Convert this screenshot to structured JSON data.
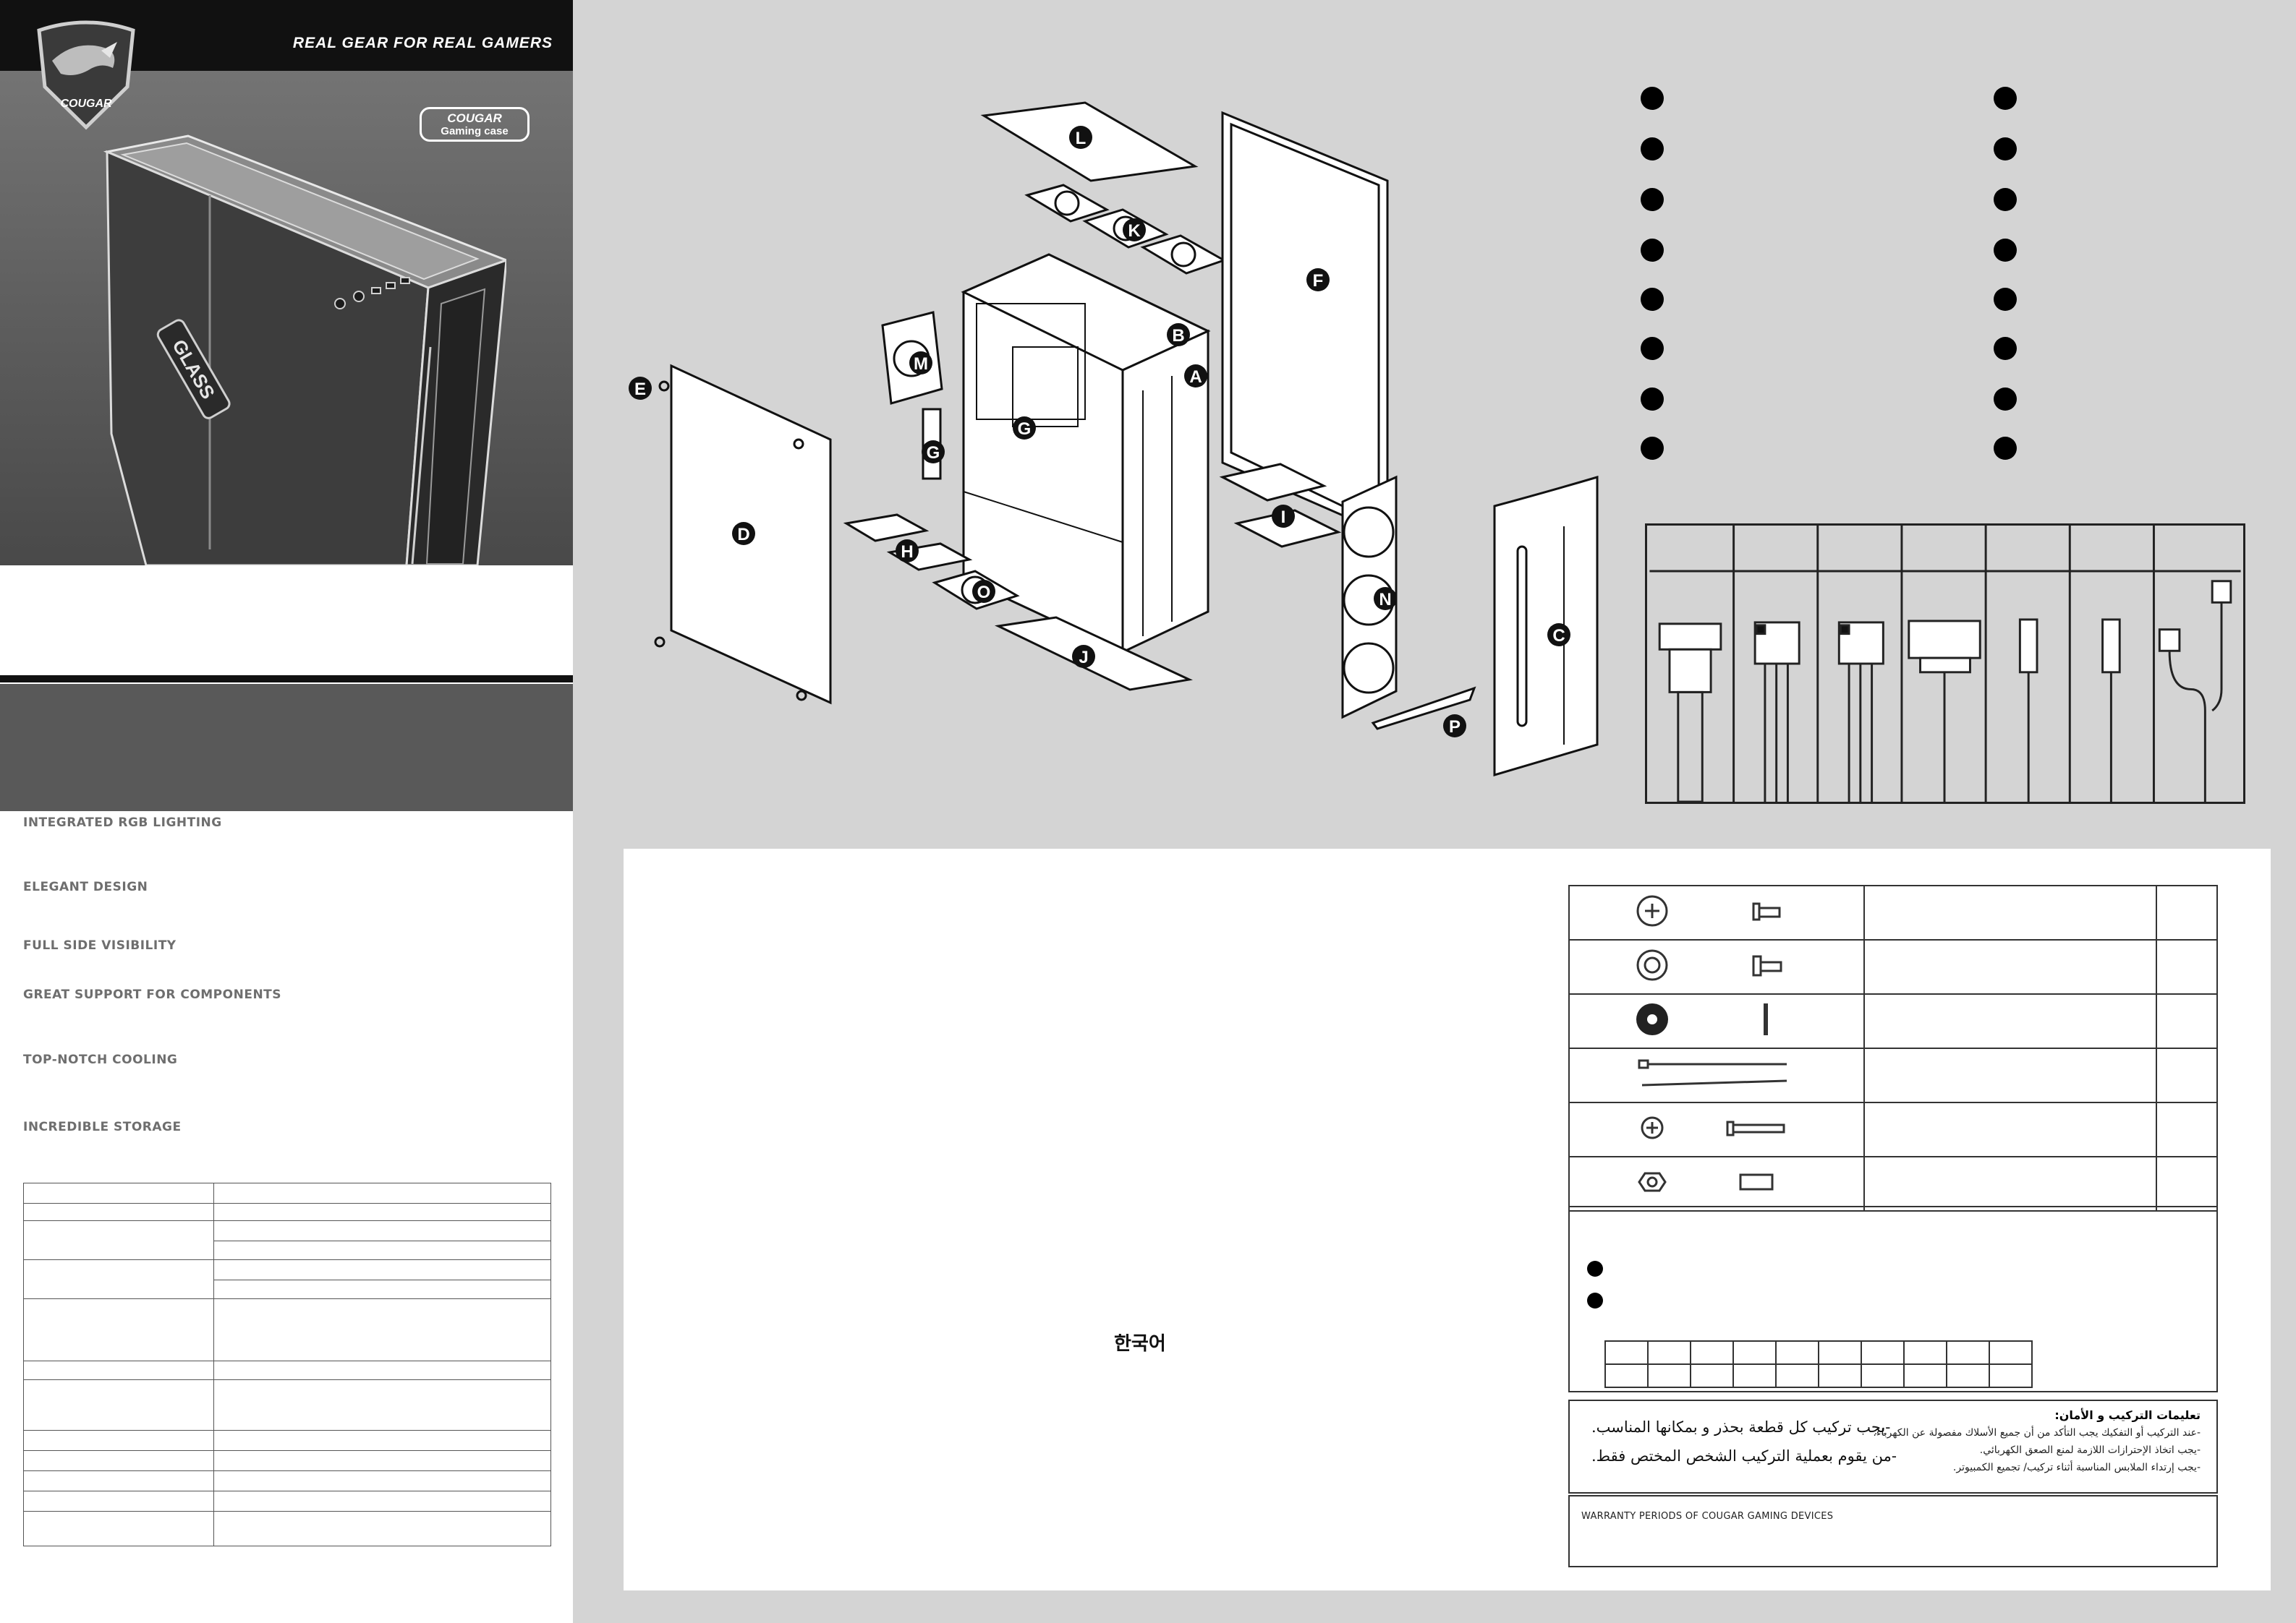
{
  "brand": {
    "logo_text": "COUGAR",
    "tagline": "REAL GEAR FOR REAL GAMERS",
    "badge_line1": "COUGAR",
    "badge_line2": "Gaming case",
    "case_panel_text": "GLASS"
  },
  "features": [
    "INTEGRATED RGB LIGHTING",
    "ELEGANT DESIGN",
    "FULL SIDE VISIBILITY",
    "GREAT SUPPORT FOR COMPONENTS",
    "TOP-NOTCH COOLING",
    "INCREDIBLE STORAGE"
  ],
  "exploded_labels": [
    "A",
    "B",
    "C",
    "D",
    "E",
    "F",
    "G",
    "G",
    "H",
    "I",
    "J",
    "K",
    "L",
    "M",
    "N",
    "O",
    "P"
  ],
  "korean_heading": "한국어",
  "arabic": {
    "title": "تعليمات التركيب و الأمان:",
    "notes": [
      "-عند التركيب أو التفكيك يجب التأكد من أن جميع الأسلاك مفصولة عن الكهرباء.",
      "-يجب اتخاذ الإحترازات اللازمة لمنع الصعق الكهربائي.",
      "-يجب إرتداء الملابس المناسبة أثناء تركيب/ تجميع الكمبيوتر."
    ],
    "large_notes": [
      "-يجب تركيب كل قطعة بحذر و بمكانها المناسب.",
      "-من يقوم بعملية التركيب الشخص المختص فقط."
    ]
  },
  "warranty": {
    "title": "WARRANTY PERIODS OF COUGAR GAMING DEVICES"
  },
  "colors": {
    "page_bg": "#d4d4d4",
    "hero_dark": "#111111",
    "feature_gray": "#6e6e6e"
  }
}
